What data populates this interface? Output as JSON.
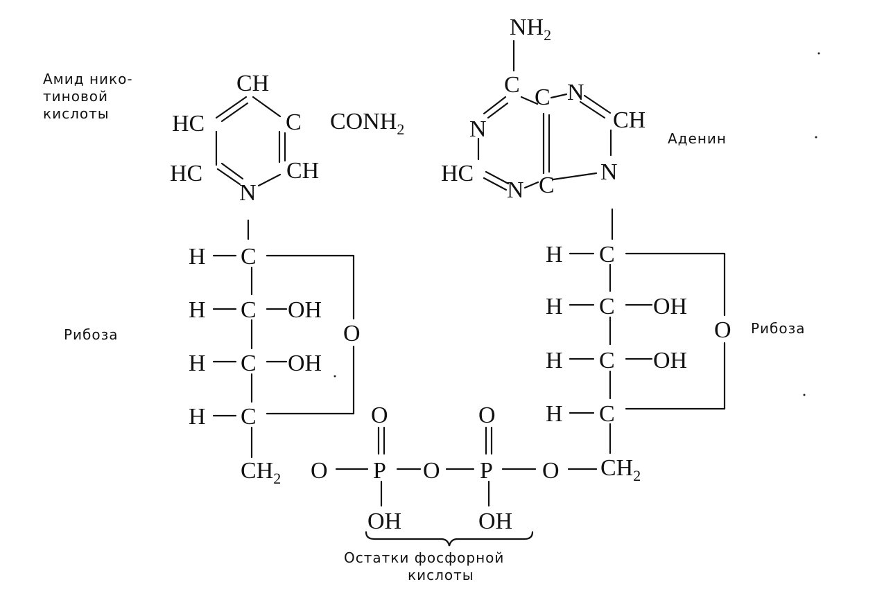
{
  "captions": {
    "nicotinamide_line1": "Амид нико-",
    "nicotinamide_line2": "тиновой",
    "nicotinamide_line3": "кислоты",
    "adenine": "Аденин",
    "ribose_left": "Рибоза",
    "ribose_right": "Рибоза",
    "phosphate_line1": "Остатки фосфорной",
    "phosphate_line2": "кислоты"
  },
  "nicotinamide_ring": {
    "ch_top": "CH",
    "hc_upper": "HC",
    "c_right": "C",
    "conh2": "CONH",
    "conh2_sub": "2",
    "hc_lower": "HC",
    "ch_right": "CH",
    "n": "N"
  },
  "adenine_ring": {
    "nh2": "NH",
    "nh2_sub": "2",
    "c6": "C",
    "c5": "C",
    "n7": "N",
    "c8h": "CH",
    "n1": "N",
    "hc2": "HC",
    "n3": "N",
    "c4": "C",
    "n9": "N"
  },
  "ribose_left": {
    "h1": "H",
    "c1": "C",
    "h2": "H",
    "c2": "C",
    "oh2": "OH",
    "h3": "H",
    "c3": "C",
    "oh3": "OH",
    "h4": "H",
    "c4": "C",
    "o_ring": "O",
    "ch2": "CH",
    "ch2_sub": "2"
  },
  "ribose_right": {
    "h1": "H",
    "c1": "C",
    "h2": "H",
    "c2": "C",
    "oh2": "OH",
    "h3": "H",
    "c3": "C",
    "oh3": "OH",
    "h4": "H",
    "c4": "C",
    "o_ring": "O",
    "ch2": "CH",
    "ch2_sub": "2"
  },
  "phosphate_bridge": {
    "o_left": "O",
    "p1": "P",
    "o_mid": "O",
    "p2": "P",
    "o_right": "O",
    "p1_double_o": "O",
    "p2_double_o": "O",
    "p1_oh": "OH",
    "p2_oh": "OH"
  }
}
